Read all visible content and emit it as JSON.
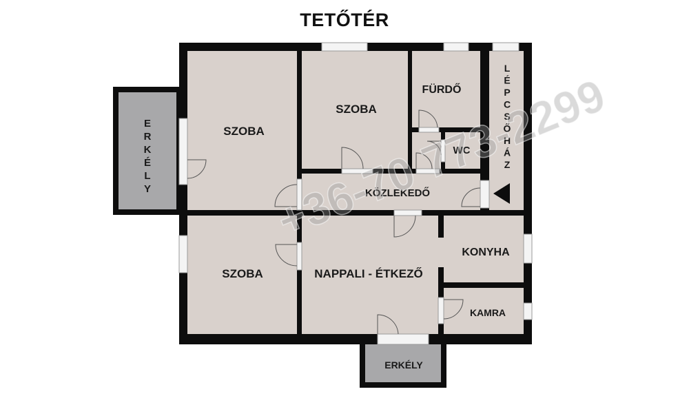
{
  "title": "TETŐTÉR",
  "rooms": {
    "szoba_1": "SZOBA",
    "szoba_2": "SZOBA",
    "szoba_3": "SZOBA",
    "furdo": "FÜRDŐ",
    "wc": "WC",
    "lepcsohaz": [
      "L",
      "É",
      "P",
      "C",
      "S",
      "Ő",
      "H",
      "Á",
      "Z"
    ],
    "kozlekedo": "KÖZLEKEDŐ",
    "nappali": "NAPPALI - ÉTKEZŐ",
    "konyha": "KONYHA",
    "kamra": "KAMRA",
    "erkely_side": [
      "E",
      "R",
      "K",
      "É",
      "L",
      "Y"
    ],
    "erkely_bottom": "ERKÉLY"
  },
  "watermark": "+36-70 773-2299",
  "colors": {
    "wall": "#0d0d0d",
    "floor": "#d9d1cc",
    "balcony": "#a8a8aa"
  }
}
